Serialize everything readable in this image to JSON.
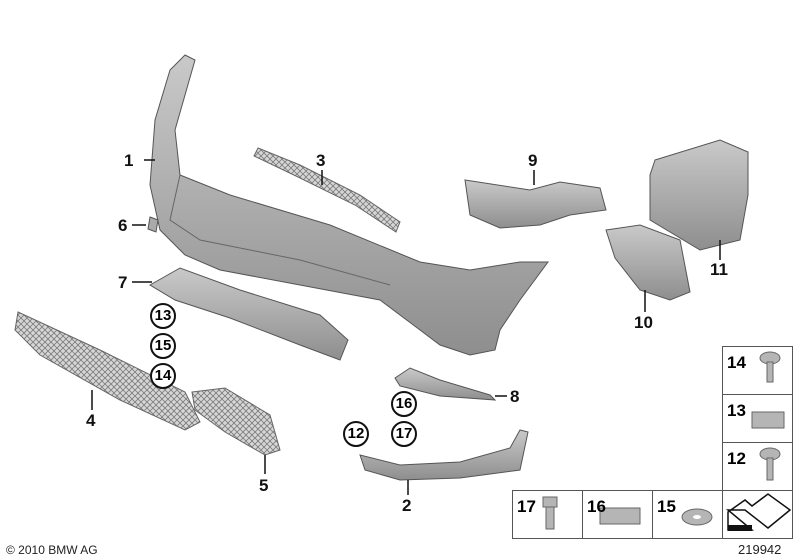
{
  "callouts": {
    "p1": "1",
    "p2": "2",
    "p3": "3",
    "p4": "4",
    "p5": "5",
    "p6": "6",
    "p7": "7",
    "p8": "8",
    "p9": "9",
    "p10": "10",
    "p11": "11"
  },
  "circled": {
    "c13": "13",
    "c15": "15",
    "c14": "14",
    "c16": "16",
    "c17": "17",
    "c12": "12"
  },
  "boxes": {
    "b14": "14",
    "b13": "13",
    "b12": "12",
    "b17": "17",
    "b16": "16",
    "b15": "15"
  },
  "footer": {
    "copyright": "© 2010 BMW AG",
    "diagram_number": "219942"
  }
}
